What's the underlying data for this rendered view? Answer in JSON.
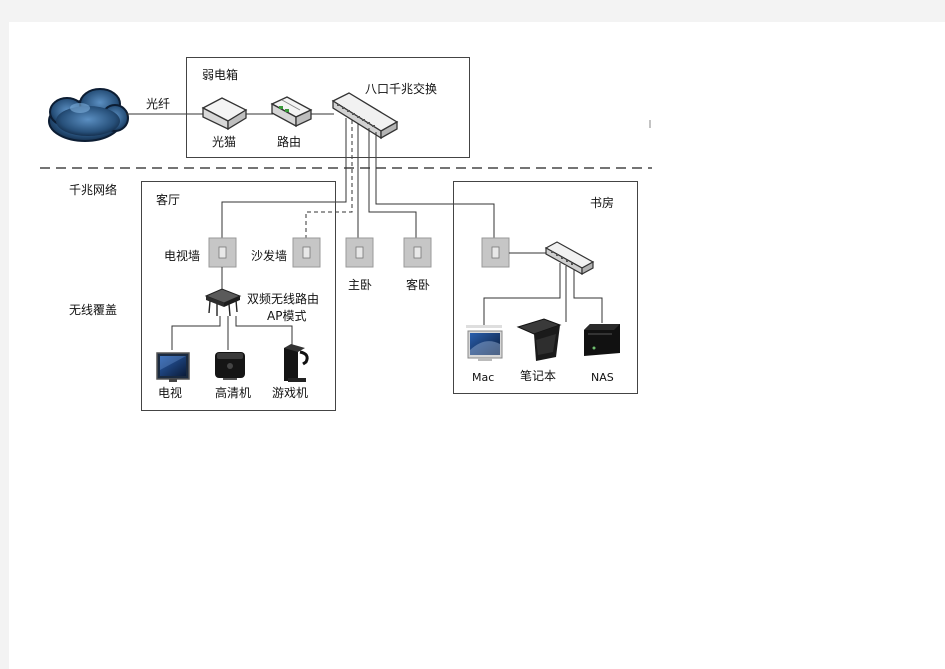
{
  "labels": {
    "fiber": "光纤",
    "weak_box": "弱电箱",
    "modem": "光猫",
    "router": "路由",
    "switch8": "八口千兆交换",
    "gigabit_network": "千兆网络",
    "wireless_coverage": "无线覆盖",
    "living_room": "客厅",
    "study": "书房",
    "tv_wall": "电视墙",
    "sofa_wall": "沙发墙",
    "master_bedroom": "主卧",
    "guest_bedroom": "客卧",
    "ap_line1": "双频无线路由",
    "ap_line2": "AP模式",
    "tv": "电视",
    "hd_player": "高清机",
    "game_console": "游戏机",
    "mac": "Mac",
    "laptop": "笔记本",
    "nas": "NAS"
  }
}
